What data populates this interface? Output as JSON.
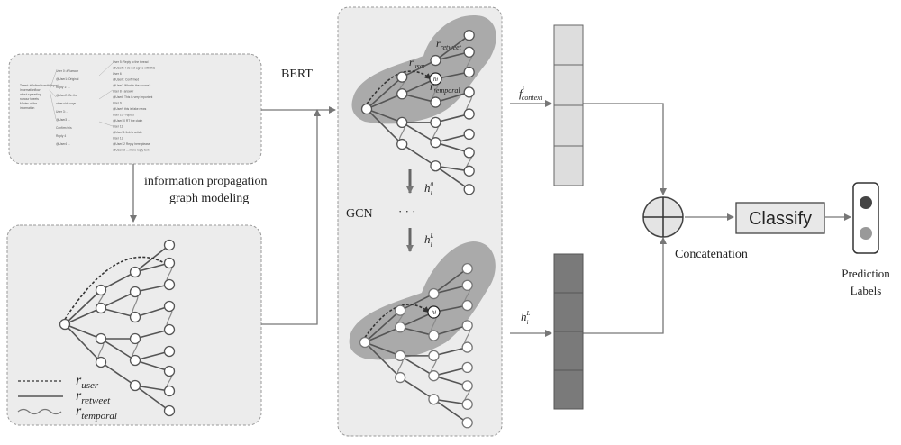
{
  "labels": {
    "bert": "BERT",
    "info_prop_line1": "information propagation",
    "info_prop_line2": "graph modeling",
    "gcn": "GCN",
    "ellipsis": "· · ·",
    "concatenation": "Concatenation",
    "classify": "Classify",
    "prediction_line1": "Prediction",
    "prediction_line2": "Labels"
  },
  "legend": {
    "user": {
      "r": "r",
      "sub": "user"
    },
    "retweet": {
      "r": "r",
      "sub": "retweet"
    },
    "temporal": {
      "r": "r",
      "sub": "temporal"
    }
  },
  "graph_labels": {
    "r_retweet": {
      "r": "r",
      "sub": "retweet"
    },
    "r_user": {
      "r": "r",
      "sub": "user"
    },
    "r_temporal": {
      "r": "r",
      "sub": "temporal"
    },
    "node_hi": "hi",
    "node_hl": "hl"
  },
  "features": {
    "f_context": {
      "f": "f",
      "sup": "i",
      "sub": "context"
    },
    "h_i_0": {
      "h": "h",
      "sub": "i",
      "sup": "0"
    },
    "h_i_L_mid": {
      "h": "h",
      "sub": "i",
      "sup": "L"
    },
    "h_i_L_out": {
      "h": "h",
      "sub": "i",
      "sup": "L"
    }
  },
  "colors": {
    "panel_fill": "#ececec",
    "highlight_fill": "#9a9a9a",
    "context_vector": "#dddddd",
    "gcn_vector": "#7a7a7a",
    "arrow": "#777777",
    "node_top": "#555555",
    "node_bottom": "#888888"
  },
  "text_doc": {
    "col1": [
      "Tweet: #OnlineGrowthReport",
      "Informationflow",
      "about spreading",
      "rumour tweets",
      "Modes of the",
      "information"
    ],
    "col2": [
      "User 0: #Rumour",
      "@User1: Original",
      "Reply 1: ...",
      "@User2: On the",
      "other side says",
      "User 3: ...",
      "@User3 ...",
      "Confirm this",
      "Reply 4",
      "@User4 ..."
    ],
    "col3": [
      "User 5: Reply to the thread",
      "@User5: I do not agree with this",
      "User 6",
      "@User6: Confirmed",
      "@User7 What is the source?",
      "User 8 - answer",
      "@User8 This is very important",
      "User 9",
      "@User9 this is fake news",
      "User 10 - repost",
      "@User10 RT the claim",
      "User 11",
      "@User11 link to article",
      "User 12",
      "@User12 Reply here please",
      "@User13 ... more reply text"
    ]
  }
}
